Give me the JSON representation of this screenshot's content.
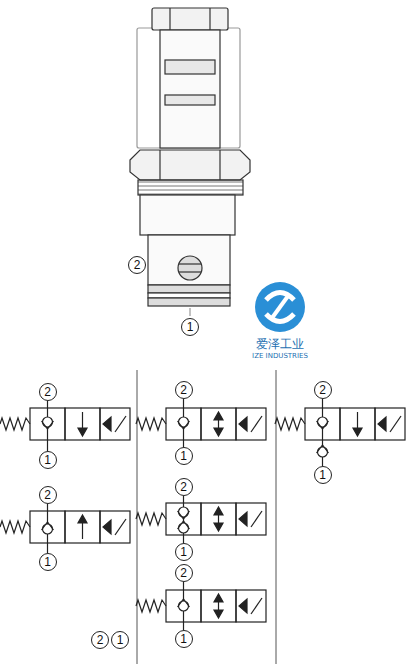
{
  "diagram": {
    "nodes": [
      {
        "text": [
          "2"
        ]
      },
      {
        "text": [
          "1"
        ]
      },
      {
        "text": [
          "2"
        ]
      },
      {
        "text": [
          "1"
        ]
      },
      {
        "text": [
          "2"
        ]
      },
      {
        "text": [
          "1"
        ]
      },
      {
        "text": [
          "2"
        ]
      },
      {
        "text": [
          "1"
        ]
      },
      {
        "text": [
          "2"
        ]
      },
      {
        "text": [
          "1"
        ]
      },
      {
        "text": [
          "2"
        ]
      },
      {
        "text": [
          "1"
        ]
      },
      {
        "text": [
          "2"
        ]
      },
      {
        "text": [
          "1"
        ]
      },
      {
        "text": [
          "2"
        ]
      },
      {
        "text": [
          "1"
        ]
      }
    ],
    "labels": [
      "爱泽工业",
      "IZE INDUSTRIES"
    ]
  }
}
